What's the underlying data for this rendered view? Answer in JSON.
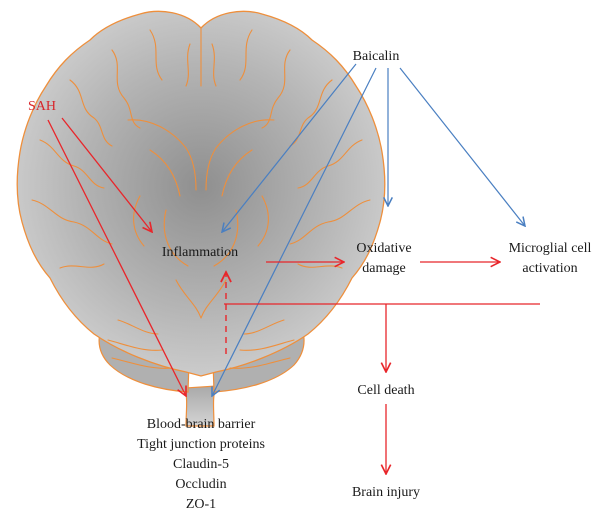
{
  "colors": {
    "inhibit_arrow": "#4a7fc1",
    "promote_arrow": "#e8262b",
    "brain_outline": "#ee8f3c",
    "brain_fill": "#b3b3b3",
    "label_red": "#d8262b",
    "label_dark": "#1a1a1a"
  },
  "nodes": {
    "baicalin": "Baicalin",
    "sah": "SAH",
    "inflammation": "Inflammation",
    "oxidative_line1": "Oxidative",
    "oxidative_line2": "damage",
    "microglial_line1": "Microglial cell",
    "microglial_line2": "activation",
    "cell_death": "Cell death",
    "brain_injury": "Brain injury",
    "bbb_lines": [
      "Blood-brain barrier",
      "Tight junction proteins",
      "Claudin-5",
      "Occludin",
      "ZO-1"
    ]
  },
  "edges": [
    {
      "from": "baicalin",
      "to": "inflammation",
      "kind": "inhibit"
    },
    {
      "from": "baicalin",
      "to": "oxidative_damage",
      "kind": "inhibit"
    },
    {
      "from": "baicalin",
      "to": "microglial_cell_activation",
      "kind": "inhibit"
    },
    {
      "from": "baicalin",
      "to": "blood_brain_barrier",
      "kind": "inhibit"
    },
    {
      "from": "sah",
      "to": "inflammation",
      "kind": "promote"
    },
    {
      "from": "sah",
      "to": "blood_brain_barrier",
      "kind": "promote"
    },
    {
      "from": "inflammation",
      "to": "oxidative_damage",
      "kind": "promote"
    },
    {
      "from": "oxidative_damage",
      "to": "microglial_cell_activation",
      "kind": "promote"
    },
    {
      "from": "blood_brain_barrier",
      "to": "inflammation",
      "kind": "promote",
      "style": "dashed"
    },
    {
      "from": "branch",
      "to": "cell_death",
      "kind": "promote"
    },
    {
      "from": "cell_death",
      "to": "brain_injury",
      "kind": "promote"
    }
  ]
}
